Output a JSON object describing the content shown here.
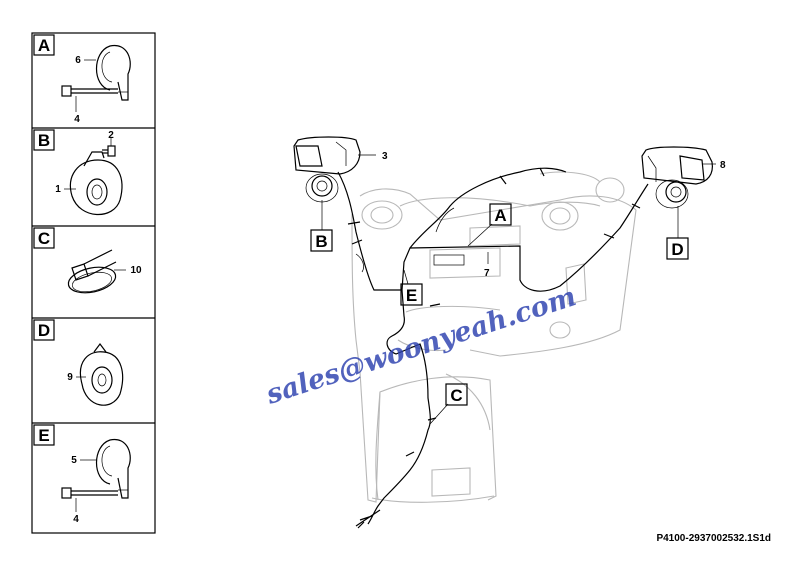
{
  "panels": [
    {
      "key": "A",
      "callouts": [
        "6",
        "4"
      ]
    },
    {
      "key": "B",
      "callouts": [
        "2",
        "1"
      ]
    },
    {
      "key": "C",
      "callouts": [
        "10"
      ]
    },
    {
      "key": "D",
      "callouts": [
        "9"
      ]
    },
    {
      "key": "E",
      "callouts": [
        "5",
        "4"
      ]
    }
  ],
  "main_callouts": {
    "three": "3",
    "eight": "8",
    "seven": "7"
  },
  "view_keys": {
    "A": "A",
    "B": "B",
    "C": "C",
    "D": "D",
    "E": "E"
  },
  "watermark": "sales@woonyeah.com",
  "drawing_number": "P4100-2937002532.1S1d",
  "colors": {
    "line": "#000000",
    "ghost": "#b8b8b8",
    "watermark": "#2b3fae"
  }
}
